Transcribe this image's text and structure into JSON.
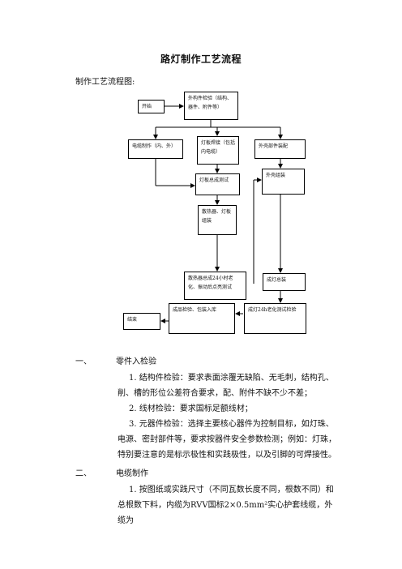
{
  "doc": {
    "title": "路灯制作工艺流程",
    "flow_label": "制作工艺流程图:"
  },
  "flowchart": {
    "start": "开始",
    "inspect": "外构件检验（结构、器件、附件等）",
    "cable": "电缆制作（内、外）",
    "lampboard_weld": "灯板焊接（包括内电缆）",
    "housing_fit": "外壳部件装配",
    "lampboard_test": "灯板总成测试",
    "housing_parts": "外壳组装",
    "heatsink": "散热器、灯板组装",
    "aging": "散热器总成24小时老化、振动后点亮测试",
    "lamp_assembly": "成灯总装",
    "finished_pack": "成品检验、包装入库",
    "aging_test": "成灯24h老化测试检验",
    "end": "结束"
  },
  "sections": [
    {
      "num": "一、",
      "title": "零件入检验",
      "paras": [
        "1. 结构件检验：要求表面涂覆无缺陷、无毛刺，结构孔、削、槽的形位公差符合要求，配、附件不缺不少不差；",
        "2. 线材检验：要求国标足额线材；",
        "3. 元器件检验：选择主要核心器件为控制目标，如灯珠、电源、密封部件等，要求按器件安全参数检测；例如：灯珠，特别要注意的是标示极性和实践极性，以及引脚的可焊接性。"
      ]
    },
    {
      "num": "二、",
      "title": "电缆制作",
      "paras": [
        "1. 按图纸或实践尺寸（不同瓦数长度不同，根数不同）和总根数下料，内缆为RVV国标2×0.5mm²实心护套线缆，外缆为"
      ]
    }
  ]
}
